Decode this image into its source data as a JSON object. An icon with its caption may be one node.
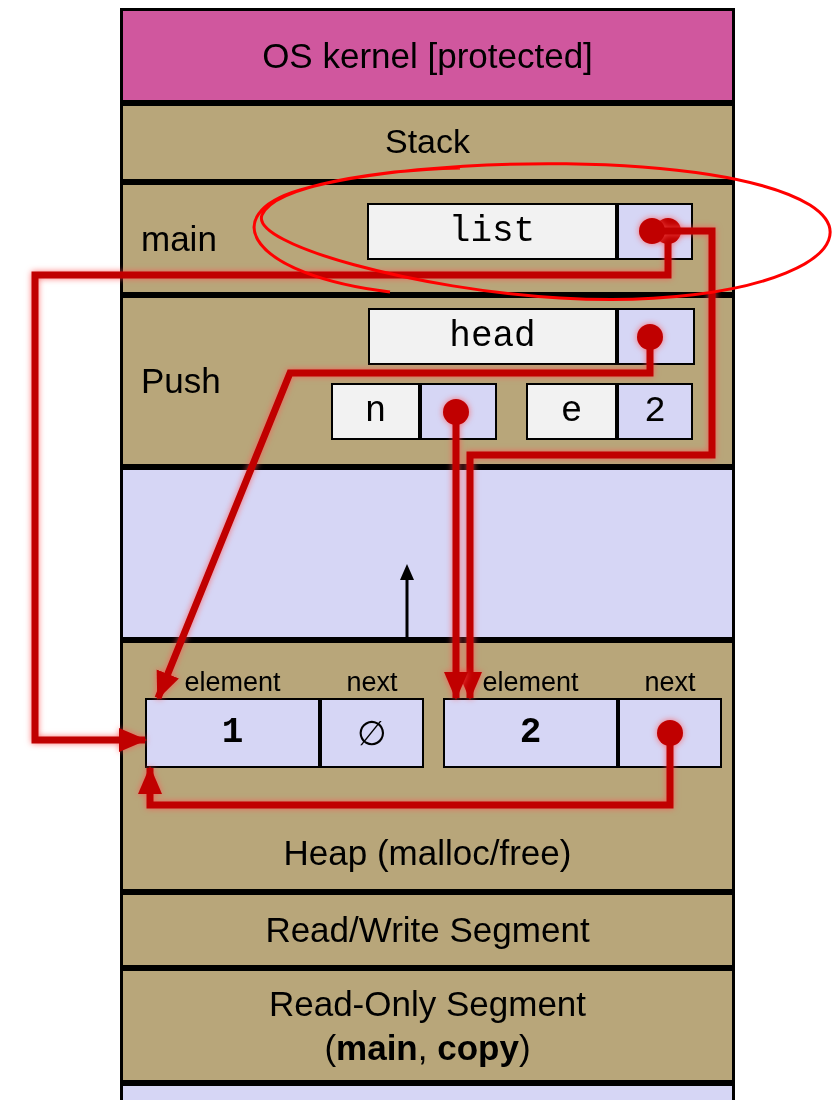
{
  "diagram": {
    "nodes": [
      {
        "text": [
          "OS kernel [protected]"
        ]
      },
      {
        "text": [
          "Stack"
        ]
      },
      {
        "text": [
          "main"
        ]
      },
      {
        "text": [
          "list"
        ],
        "in": 2
      },
      {
        "text": [],
        "shape": "box",
        "in": 2
      },
      {
        "text": [
          "Push"
        ]
      },
      {
        "text": [
          "head"
        ],
        "in": 5
      },
      {
        "text": [],
        "shape": "box",
        "in": 5
      },
      {
        "text": [
          "n"
        ],
        "in": 5
      },
      {
        "text": [],
        "shape": "box",
        "in": 5
      },
      {
        "text": [
          "e"
        ],
        "in": 5
      },
      {
        "text": [
          "2"
        ],
        "in": 5
      },
      {
        "text": [
          "Heap (malloc/free)"
        ]
      },
      {
        "text": [
          "1"
        ],
        "in": 12,
        "beside": [
          "element"
        ]
      },
      {
        "text": [
          "∅"
        ],
        "in": 12,
        "beside": [
          "next"
        ]
      },
      {
        "text": [
          "2"
        ],
        "in": 12,
        "beside": [
          "element"
        ]
      },
      {
        "text": [],
        "shape": "box",
        "in": 12,
        "beside": [
          "next"
        ]
      },
      {
        "text": [
          "Read/Write Segment"
        ]
      },
      {
        "text": [
          "Read-Only Segment (**main**, **copy**)"
        ]
      },
      {
        "text": [],
        "shape": "box"
      }
    ],
    "edges": [
      {
        "from": 4,
        "to": 13,
        "arrow": "to"
      },
      {
        "from": 4,
        "to": 15,
        "arrow": "to"
      },
      {
        "from": 7,
        "to": 13,
        "arrow": "to"
      },
      {
        "from": 9,
        "to": 15,
        "arrow": "to"
      },
      {
        "from": 16,
        "to": 13,
        "arrow": "to"
      }
    ]
  }
}
